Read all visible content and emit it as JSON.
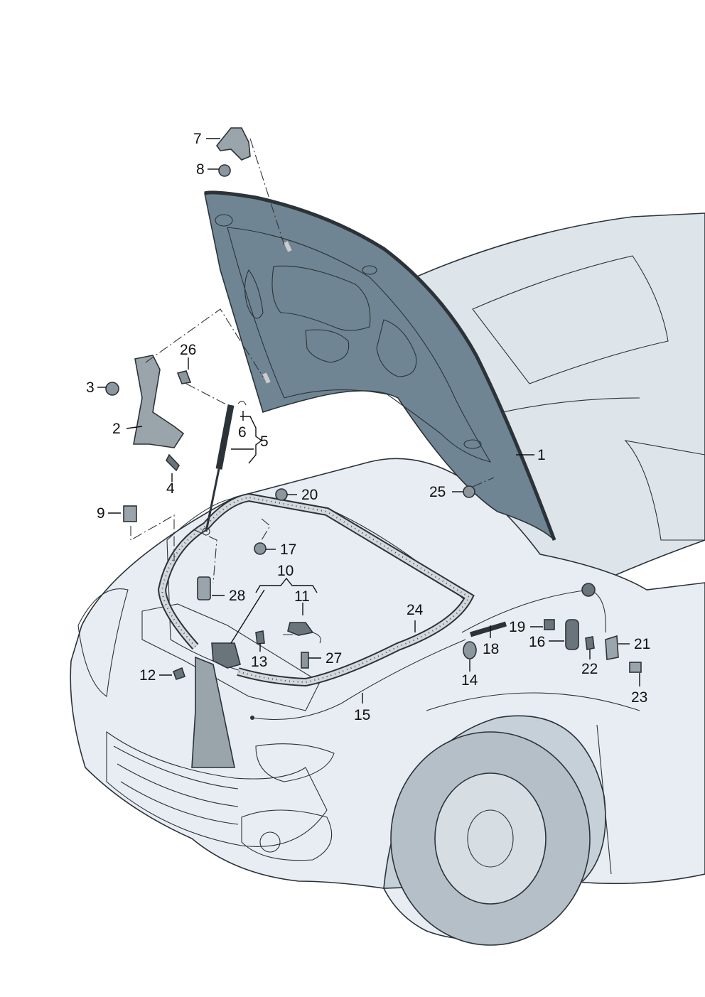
{
  "diagram": {
    "palette": {
      "car_body": "#e6ecf1",
      "car_shadow": "#c9d3db",
      "hood_underside": "#6f8593",
      "hood_dark": "#4f6370",
      "part_gray": "#9aa4ab",
      "part_dark": "#3e464c",
      "seal_fill": "#cfd5d9"
    },
    "callouts": [
      {
        "id": "1",
        "text": "1"
      },
      {
        "id": "2",
        "text": "2"
      },
      {
        "id": "3",
        "text": "3"
      },
      {
        "id": "4",
        "text": "4"
      },
      {
        "id": "5",
        "text": "5"
      },
      {
        "id": "6",
        "text": "6"
      },
      {
        "id": "7",
        "text": "7"
      },
      {
        "id": "8",
        "text": "8"
      },
      {
        "id": "9",
        "text": "9"
      },
      {
        "id": "10",
        "text": "10"
      },
      {
        "id": "11",
        "text": "11"
      },
      {
        "id": "12",
        "text": "12"
      },
      {
        "id": "13",
        "text": "13"
      },
      {
        "id": "14",
        "text": "14"
      },
      {
        "id": "15",
        "text": "15"
      },
      {
        "id": "16",
        "text": "16"
      },
      {
        "id": "17",
        "text": "17"
      },
      {
        "id": "18",
        "text": "18"
      },
      {
        "id": "19",
        "text": "19"
      },
      {
        "id": "20",
        "text": "20"
      },
      {
        "id": "21",
        "text": "21"
      },
      {
        "id": "22",
        "text": "22"
      },
      {
        "id": "23",
        "text": "23"
      },
      {
        "id": "24",
        "text": "24"
      },
      {
        "id": "25",
        "text": "25"
      },
      {
        "id": "26",
        "text": "26"
      },
      {
        "id": "27",
        "text": "27"
      },
      {
        "id": "28",
        "text": "28"
      }
    ]
  }
}
